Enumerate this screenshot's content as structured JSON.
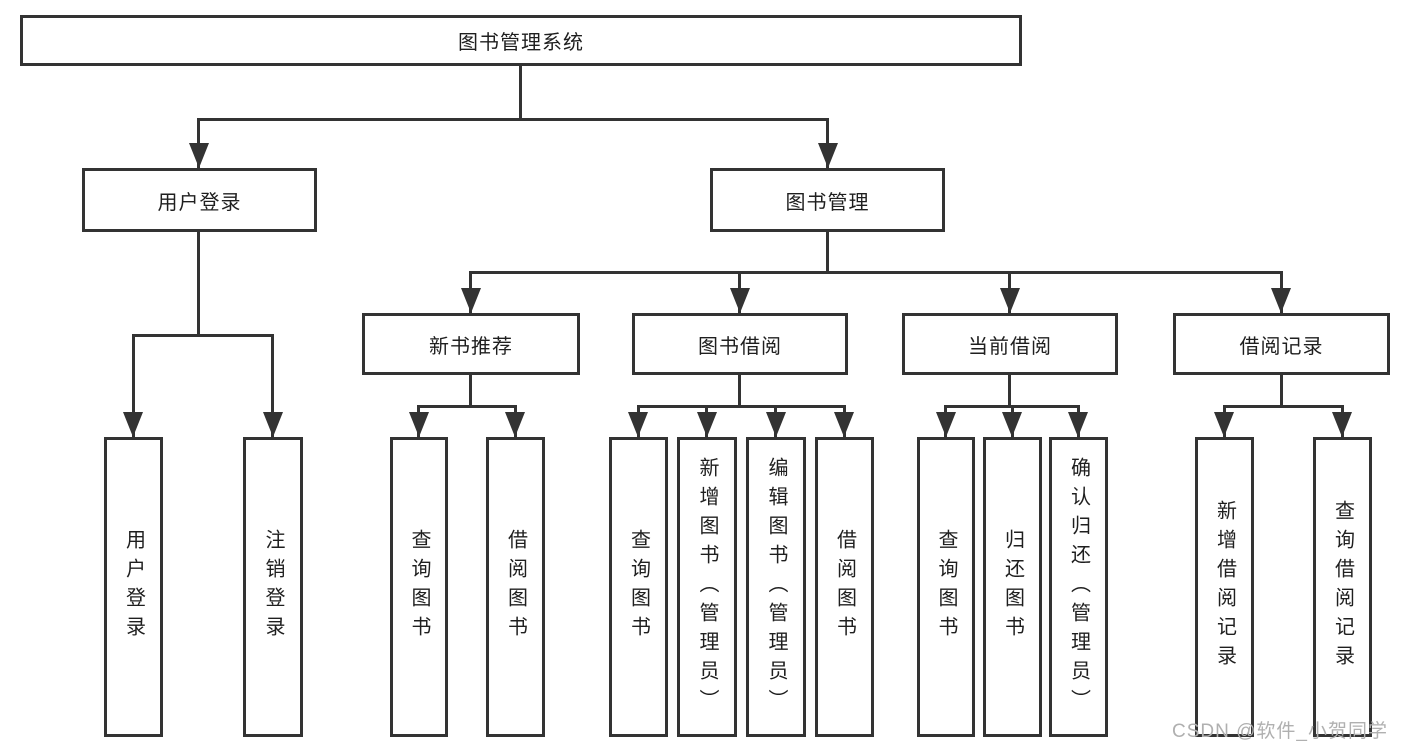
{
  "tree": {
    "root": "图书管理系统",
    "branches": [
      {
        "label": "用户登录",
        "children": [
          "用户登录",
          "注销登录"
        ]
      },
      {
        "label": "图书管理",
        "groups": [
          {
            "label": "新书推荐",
            "children": [
              "查询图书",
              "借阅图书"
            ]
          },
          {
            "label": "图书借阅",
            "children": [
              "查询图书",
              "新增图书（管理员）",
              "编辑图书（管理员）",
              "借阅图书"
            ]
          },
          {
            "label": "当前借阅",
            "children": [
              "查询图书",
              "归还图书",
              "确认归还（管理员）"
            ]
          },
          {
            "label": "借阅记录",
            "children": [
              "新增借阅记录",
              "查询借阅记录"
            ]
          }
        ]
      }
    ]
  },
  "watermark": "CSDN @软件_小贺同学",
  "colors": {
    "line": "#333333",
    "text": "#1f1f1f",
    "box_background": "#ffffff",
    "page_background": "#ffffff",
    "watermark": "#b0b0b0"
  }
}
